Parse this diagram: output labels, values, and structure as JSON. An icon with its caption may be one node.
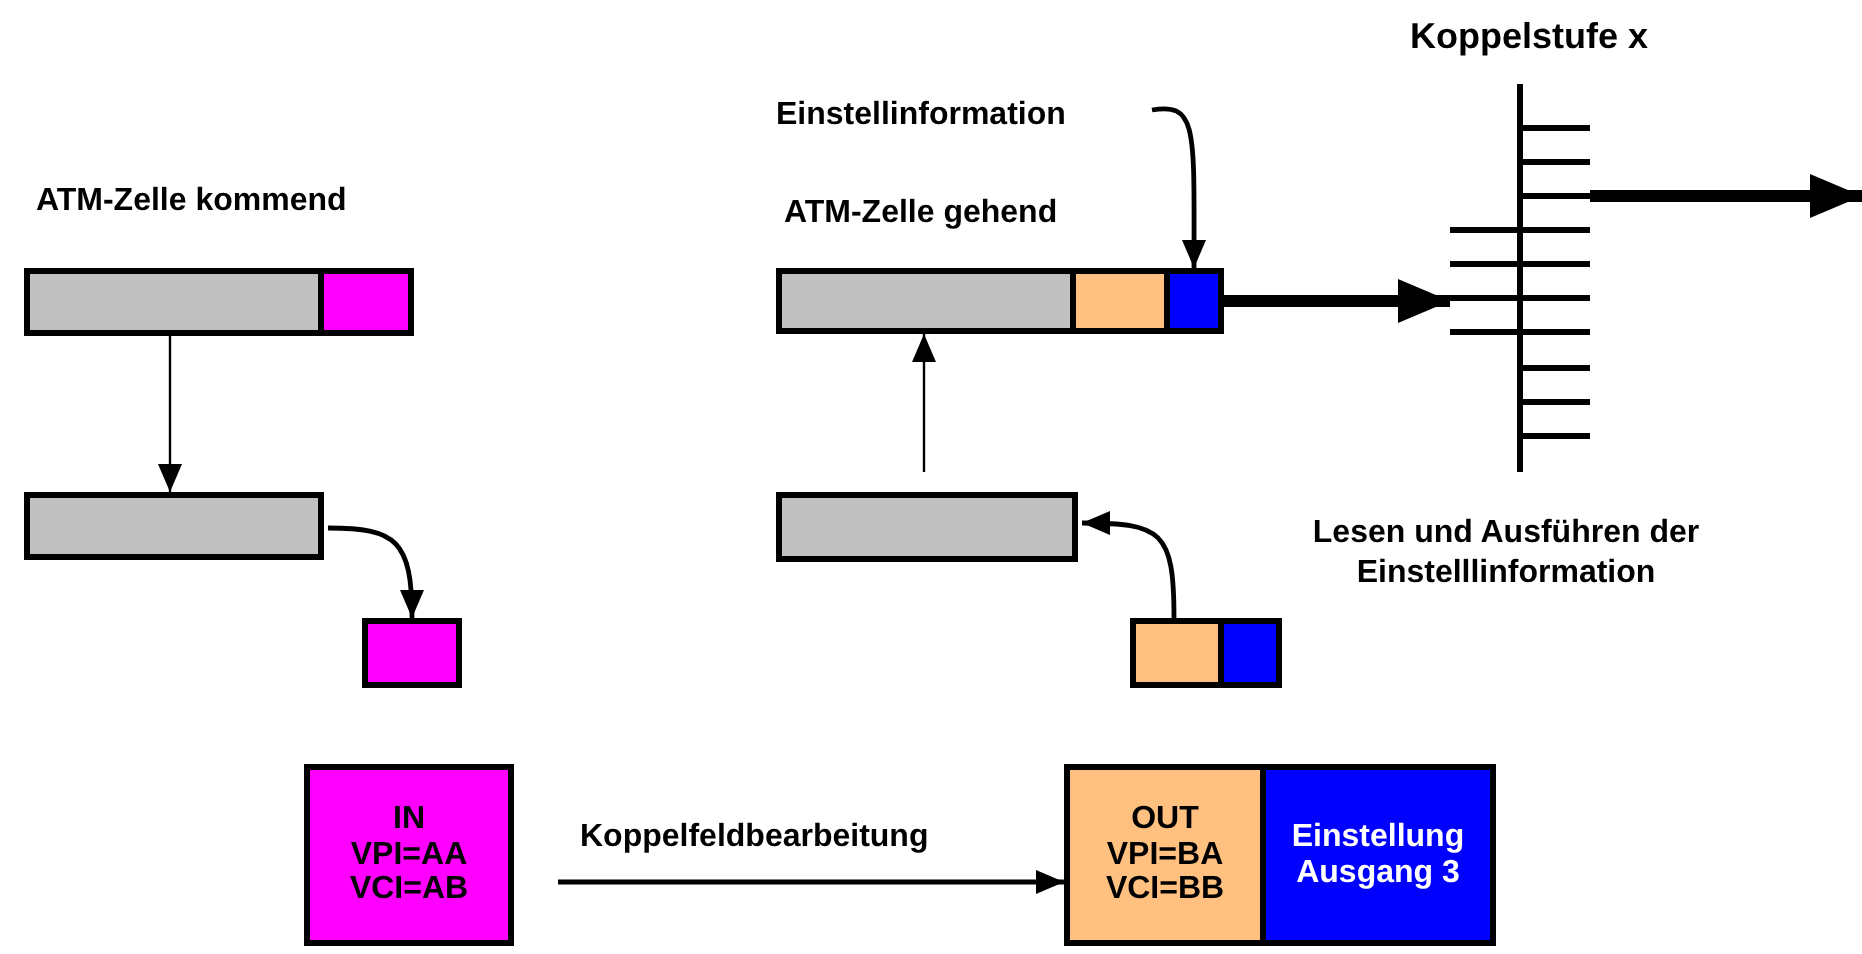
{
  "diagram": {
    "nodes": [
      {
        "text": [],
        "shape": "box"
      },
      {
        "text": [],
        "shape": "box"
      },
      {
        "text": [],
        "shape": "box"
      },
      {
        "text": [],
        "shape": "box"
      },
      {
        "text": [],
        "shape": "box"
      },
      {
        "text": [],
        "shape": "box"
      },
      {
        "text": [],
        "shape": "box"
      },
      {
        "text": [],
        "shape": "box"
      },
      {
        "text": [],
        "shape": "box"
      },
      {
        "text": [],
        "shape": "box"
      },
      {
        "text": [
          "Einstellinformation"
        ]
      },
      {
        "text": [
          "Koppelstufe x"
        ]
      },
      {
        "text": [
          "IN VPI=AA VCI=AB"
        ]
      },
      {
        "text": [
          "OUT VPI=BA VCI=BB"
        ]
      },
      {
        "text": [
          "Einstellung Ausgang 3"
        ]
      }
    ],
    "edges": [
      {
        "from": 0,
        "to": 2,
        "arrow": "to"
      },
      {
        "from": 2,
        "to": 3,
        "arrow": "to"
      },
      {
        "from": 10,
        "to": 6,
        "arrow": "to"
      },
      {
        "from": 6,
        "to": 11,
        "arrow": "to",
        "style": "thick"
      },
      {
        "from": 11,
        "to": null,
        "arrow": "to",
        "style": "thick"
      },
      {
        "from": 7,
        "to": 4,
        "arrow": "to"
      },
      {
        "from": 8,
        "to": 7,
        "arrow": "to"
      },
      {
        "from": 12,
        "to": 13,
        "arrow": "to",
        "label": "Koppelfeldbearbeitung"
      }
    ],
    "labels": [
      "ATM-Zelle kommend",
      "ATM-Zelle gehend",
      "Lesen und Ausführen der Einstelllinformation"
    ]
  }
}
